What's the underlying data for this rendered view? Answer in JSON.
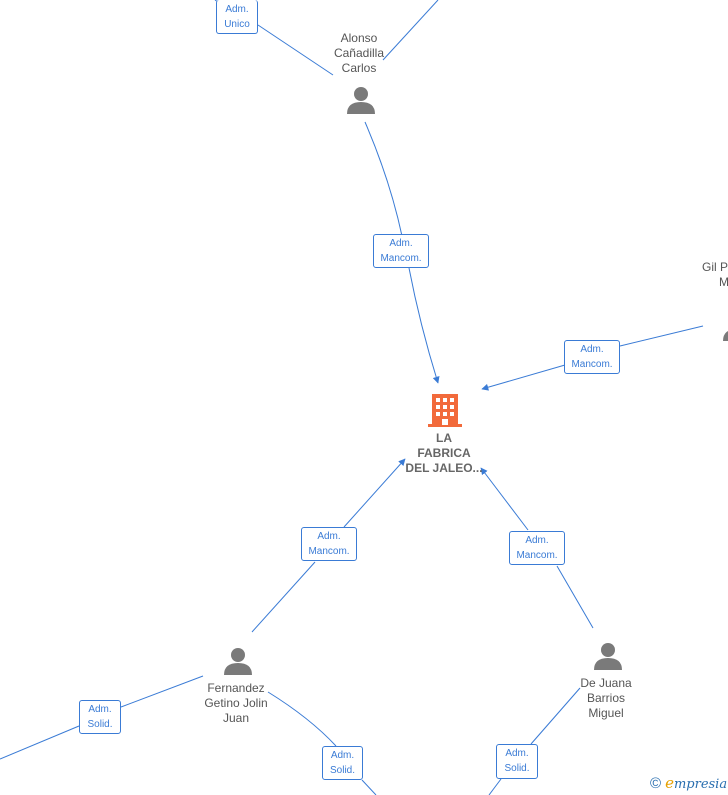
{
  "company": {
    "name": "LA FABRICA DEL JALEO...",
    "lines": [
      "LA",
      "FABRICA",
      "DEL JALEO..."
    ]
  },
  "persons": [
    {
      "id": "alonso",
      "lines": [
        "Alonso",
        "Cañadilla",
        "Carlos"
      ]
    },
    {
      "id": "gil",
      "lines": [
        "Gil P",
        "M"
      ]
    },
    {
      "id": "fernandez",
      "lines": [
        "Fernandez",
        "Getino Jolin",
        "Juan"
      ]
    },
    {
      "id": "dejuana",
      "lines": [
        "De Juana",
        "Barrios",
        "Miguel"
      ]
    }
  ],
  "roles": [
    {
      "id": "r1",
      "lines": [
        "Adm.",
        "Unico"
      ]
    },
    {
      "id": "r2",
      "lines": [
        "Adm.",
        "Mancom."
      ]
    },
    {
      "id": "r3",
      "lines": [
        "Adm.",
        "Mancom."
      ]
    },
    {
      "id": "r4",
      "lines": [
        "Adm.",
        "Mancom."
      ]
    },
    {
      "id": "r5",
      "lines": [
        "Adm.",
        "Mancom."
      ]
    },
    {
      "id": "r6",
      "lines": [
        "Adm.",
        "Solid."
      ]
    },
    {
      "id": "r7",
      "lines": [
        "Adm.",
        "Solid."
      ]
    },
    {
      "id": "r8",
      "lines": [
        "Adm.",
        "Solid."
      ]
    }
  ],
  "watermark": {
    "copyright": "©",
    "brand_initial": "e",
    "brand_rest": "mpresia"
  },
  "colors": {
    "edge": "#3a7bd5",
    "company_icon": "#f26a3b",
    "person_icon": "#7a7a7a"
  }
}
